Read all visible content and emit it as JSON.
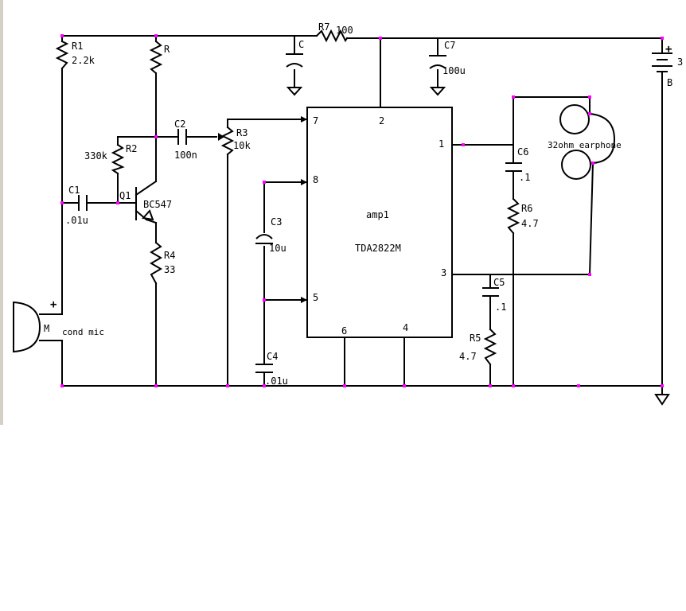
{
  "components": {
    "r1": {
      "ref": "R1",
      "value": "2.2k"
    },
    "r": {
      "ref": "R"
    },
    "r2": {
      "ref": "R2",
      "value": "330k"
    },
    "r3": {
      "ref": "R3",
      "value": "10k"
    },
    "r4": {
      "ref": "R4",
      "value": "33"
    },
    "r5": {
      "ref": "R5",
      "value": "4.7"
    },
    "r6": {
      "ref": "R6",
      "value": "4.7"
    },
    "r7": {
      "ref": "R7",
      "value": "100"
    },
    "c": {
      "ref": "C"
    },
    "c1": {
      "ref": "C1",
      "value": ".01u"
    },
    "c2": {
      "ref": "C2",
      "value": "100n"
    },
    "c3": {
      "ref": "C3",
      "value": "10u"
    },
    "c4": {
      "ref": "C4",
      "value": ".01u"
    },
    "c5": {
      "ref": "C5",
      "value": ".1"
    },
    "c6": {
      "ref": "C6",
      "value": ".1"
    },
    "c7": {
      "ref": "C7",
      "value": "100u"
    },
    "q1": {
      "ref": "Q1",
      "value": "BC547"
    },
    "mic": {
      "ref": "M",
      "value": "cond mic",
      "polarity": "+"
    },
    "battery": {
      "ref": "B",
      "value": "3",
      "polarity": "+"
    },
    "earphone": {
      "value": "32ohm earphone"
    },
    "amp": {
      "ref": "amp1",
      "value": "TDA2822M",
      "pins": [
        "7",
        "2",
        "1",
        "8",
        "5",
        "3",
        "6",
        "4"
      ]
    }
  }
}
